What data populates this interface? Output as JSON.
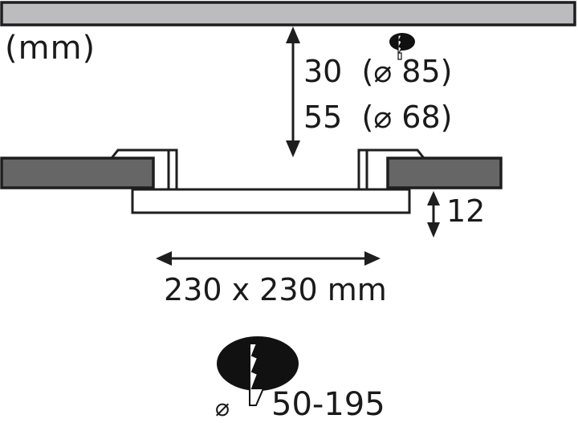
{
  "diagram": {
    "unit_label": "(mm)",
    "ceiling_depth": {
      "rows": [
        {
          "label": "30  (⌀ 85)",
          "depth_mm": 30,
          "hole_diameter_mm": 85
        },
        {
          "label": "55  (⌀ 68)",
          "depth_mm": 55,
          "hole_diameter_mm": 68
        }
      ]
    },
    "panel_height": {
      "label": "12",
      "value_mm": 12
    },
    "panel_size": {
      "label": "230 x 230 mm",
      "width_mm": 230,
      "length_mm": 230
    },
    "cutout": {
      "diameter_symbol": "⌀",
      "label": "50-195",
      "min_mm": 50,
      "max_mm": 195
    },
    "icons": [
      "ceiling-slab",
      "double-arrow-vertical",
      "double-arrow-horizontal",
      "saw-cutout-icon",
      "panel-light",
      "spring-clip"
    ],
    "colors": {
      "ceiling_fill": "#bcbcbe",
      "board_fill": "#666666",
      "outline": "#1e1e1e",
      "icon_fill": "#111111",
      "background": "#ffffff"
    }
  }
}
